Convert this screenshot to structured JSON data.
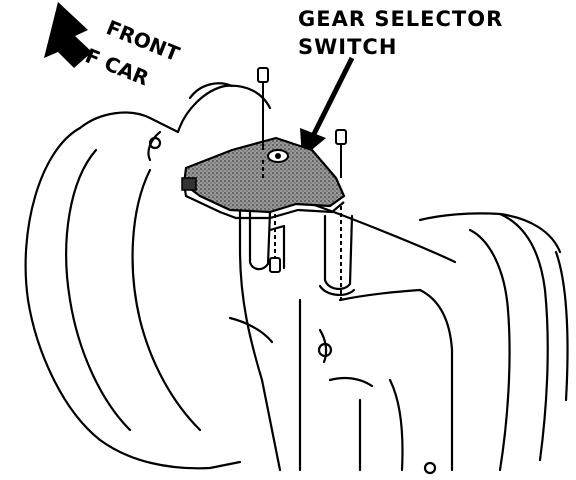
{
  "labels": {
    "front_of_car_line1": "FRONT",
    "front_of_car_line2": "OF CAR",
    "callout_line1": "GEAR SELECTOR",
    "callout_line2": "SWITCH"
  },
  "colors": {
    "ink": "#000000",
    "paper": "#ffffff",
    "switch_fill": "#8a8a8a"
  }
}
